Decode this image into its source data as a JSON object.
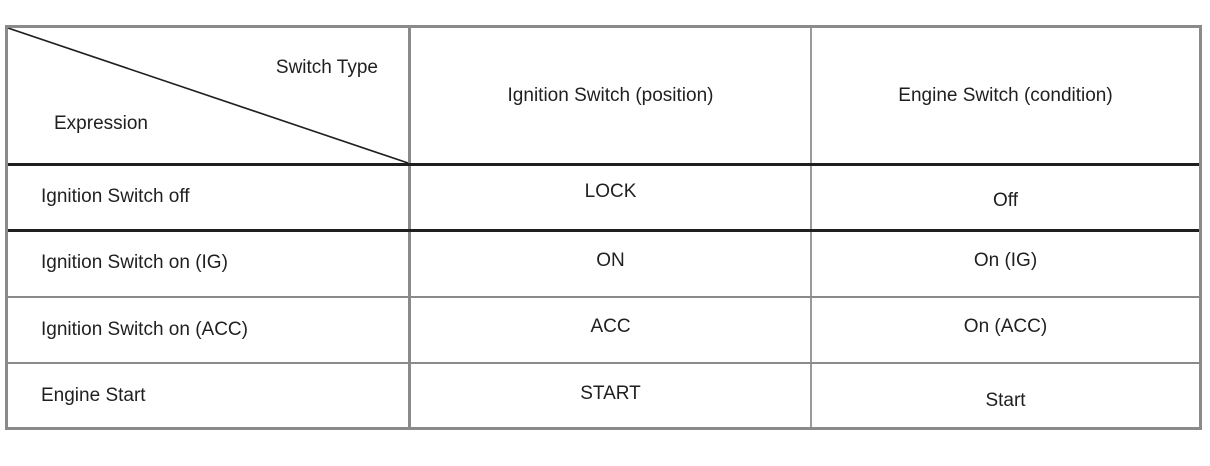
{
  "table": {
    "corner": {
      "column_axis_label": "Switch Type",
      "row_axis_label": "Expression",
      "divider": "diagonal-line"
    },
    "columns": [
      {
        "key": "expression",
        "header": "Expression"
      },
      {
        "key": "ignition_switch",
        "header": "Ignition Switch (position)"
      },
      {
        "key": "engine_switch",
        "header": "Engine Switch (condition)"
      }
    ],
    "rows": [
      {
        "expression": "Ignition Switch off",
        "ignition_switch": "LOCK",
        "engine_switch": "Off"
      },
      {
        "expression": "Ignition Switch on (IG)",
        "ignition_switch": "ON",
        "engine_switch": "On (IG)"
      },
      {
        "expression": "Ignition Switch on (ACC)",
        "ignition_switch": "ACC",
        "engine_switch": "On (ACC)"
      },
      {
        "expression": "Engine Start",
        "ignition_switch": "START",
        "engine_switch": "Start"
      }
    ]
  },
  "style": {
    "text_color": "#1f1f1f",
    "border_strong": "#1f1f1f",
    "border_light": "#8a8a8a",
    "background": "#ffffff"
  }
}
